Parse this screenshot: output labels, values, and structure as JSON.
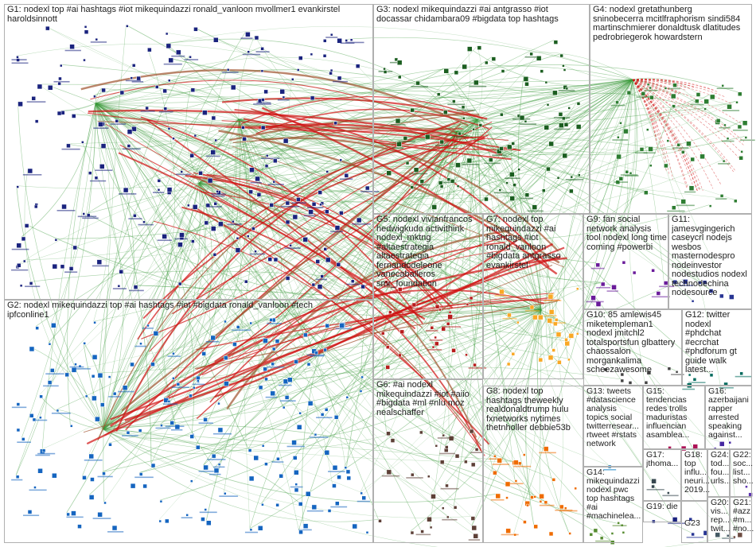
{
  "groups": [
    {
      "id": "G1",
      "label": "G1: nodexl top #ai hashtags #iot mikequindazzi ronald_vanloon mvollmer1 evankirstel\nharoldsinnott",
      "color": "#1a237e"
    },
    {
      "id": "G2",
      "label": "G2: nodexl mikequindazzi top #ai hashtags #iot #bigdata ronald_vanloon #tech\nipfconline1",
      "color": "#1565c0"
    },
    {
      "id": "G3",
      "label": "G3: nodexl mikequindazzi #ai antgrasso #iot\ndocassar chidambara09 #bigdata top hashtags",
      "color": "#1b5e20"
    },
    {
      "id": "G4",
      "label": "G4: nodexl gretathunberg\nsninobecerra mcitlfraphorism sindi584\nmartinschmierer donaldtusk dlatitudes\npedrobriegerok howardstern",
      "color": "#2e7d32"
    },
    {
      "id": "G5",
      "label": "G5: nodexl vivianfrancos\nhedwigkudo activithink\nnodexl_mktng\n#altaestrategia\naltaestrategia\nfernandodeleone\nvanecaballeros\nsmr_foundation",
      "color": "#b71c1c"
    },
    {
      "id": "G6",
      "label": "G6: #ai nodexl\nmikequindazzi #iot #aiio\n#bigdata #ml #nlu moz\nnealschaffer",
      "color": "#5d4037"
    },
    {
      "id": "G7",
      "label": "G7: nodexl top\nmikequindazzi #ai\nhashtags #iot\nronald_vanloon\n#bigdata antgrasso\nevankirstel",
      "color": "#f9a825"
    },
    {
      "id": "G8",
      "label": "G8: nodexl top\nhashtags theweekly\nrealdonaldtrump hulu\nfxnetworks nytimes\nthetnholler debbie53b",
      "color": "#ef6c00"
    },
    {
      "id": "G9",
      "label": "G9: fan social\nnetwork analysis\ntool nodexl long time\ncoming #powerbi",
      "color": "#6a1b9a"
    },
    {
      "id": "G10",
      "label": "G10: 85 amlewis45\nmiketempleman1\nnodexl jmitchl2\ntotalsportsfun glbattery\nchaossalon\nmorgankalima\nscheezawesome",
      "color": "#424242"
    },
    {
      "id": "G11",
      "label": "G11:\njamesvgingerich\ncaseycrl nodejs\nwesbos\nmasternodespro\nnodeinvestor\nnodestudios nodexl\ntechnodechina\nnodesource",
      "color": "#283593"
    },
    {
      "id": "G12",
      "label": "G12: twitter\nnodexl\n#phdchat\n#ecrchat\n#phdforum gt\nguide walk\nlatest...",
      "color": "#00695c"
    },
    {
      "id": "G13",
      "label": "G13: tweets\n#datascience\nanalysis\ntopics social\ntwitterresear...\nrtweet #rstats\nnetwork",
      "color": "#0277bd"
    },
    {
      "id": "G14",
      "label": "G14:\nmikequindazzi\nnodexl pwc\ntop hashtags\n#ai\n#machinelea...",
      "color": "#558b2f"
    },
    {
      "id": "G15",
      "label": "G15:\ntendencias\nredes trolls\nmaduristas\ninfluencian\nasamblea...",
      "color": "#ad1457"
    },
    {
      "id": "G16",
      "label": "G16:\nazerbaijani\nrapper\narrested\nspeaking\nagainst...",
      "color": "#4527a0"
    },
    {
      "id": "G17",
      "label": "G17:\njthoma...",
      "color": "#37474f"
    },
    {
      "id": "G18",
      "label": "G18:\ntop\ninflu...\nneuri...\n2019...",
      "color": "#00838f"
    },
    {
      "id": "G19",
      "label": "G19: die",
      "color": "#1a237e"
    },
    {
      "id": "G20",
      "label": "G20:\nvis...\nrep...\ntwit...",
      "color": "#455a64"
    },
    {
      "id": "G21",
      "label": "G21:\n#azz\n#m...\n#no...",
      "color": "#6d4c41"
    },
    {
      "id": "G22",
      "label": "G22:\nsoc...\nlist...\nsho...",
      "color": "#5e35b1"
    },
    {
      "id": "G23",
      "label": "G23",
      "color": "#283593"
    },
    {
      "id": "G24",
      "label": "G24:\ntod...\nfou...\nurls...",
      "color": "#00796b"
    }
  ],
  "colors": {
    "edge_green": "#3a9a3a",
    "edge_red": "#d01010",
    "edge_brown": "#a0522d",
    "box_border": "#b0b0b0"
  }
}
